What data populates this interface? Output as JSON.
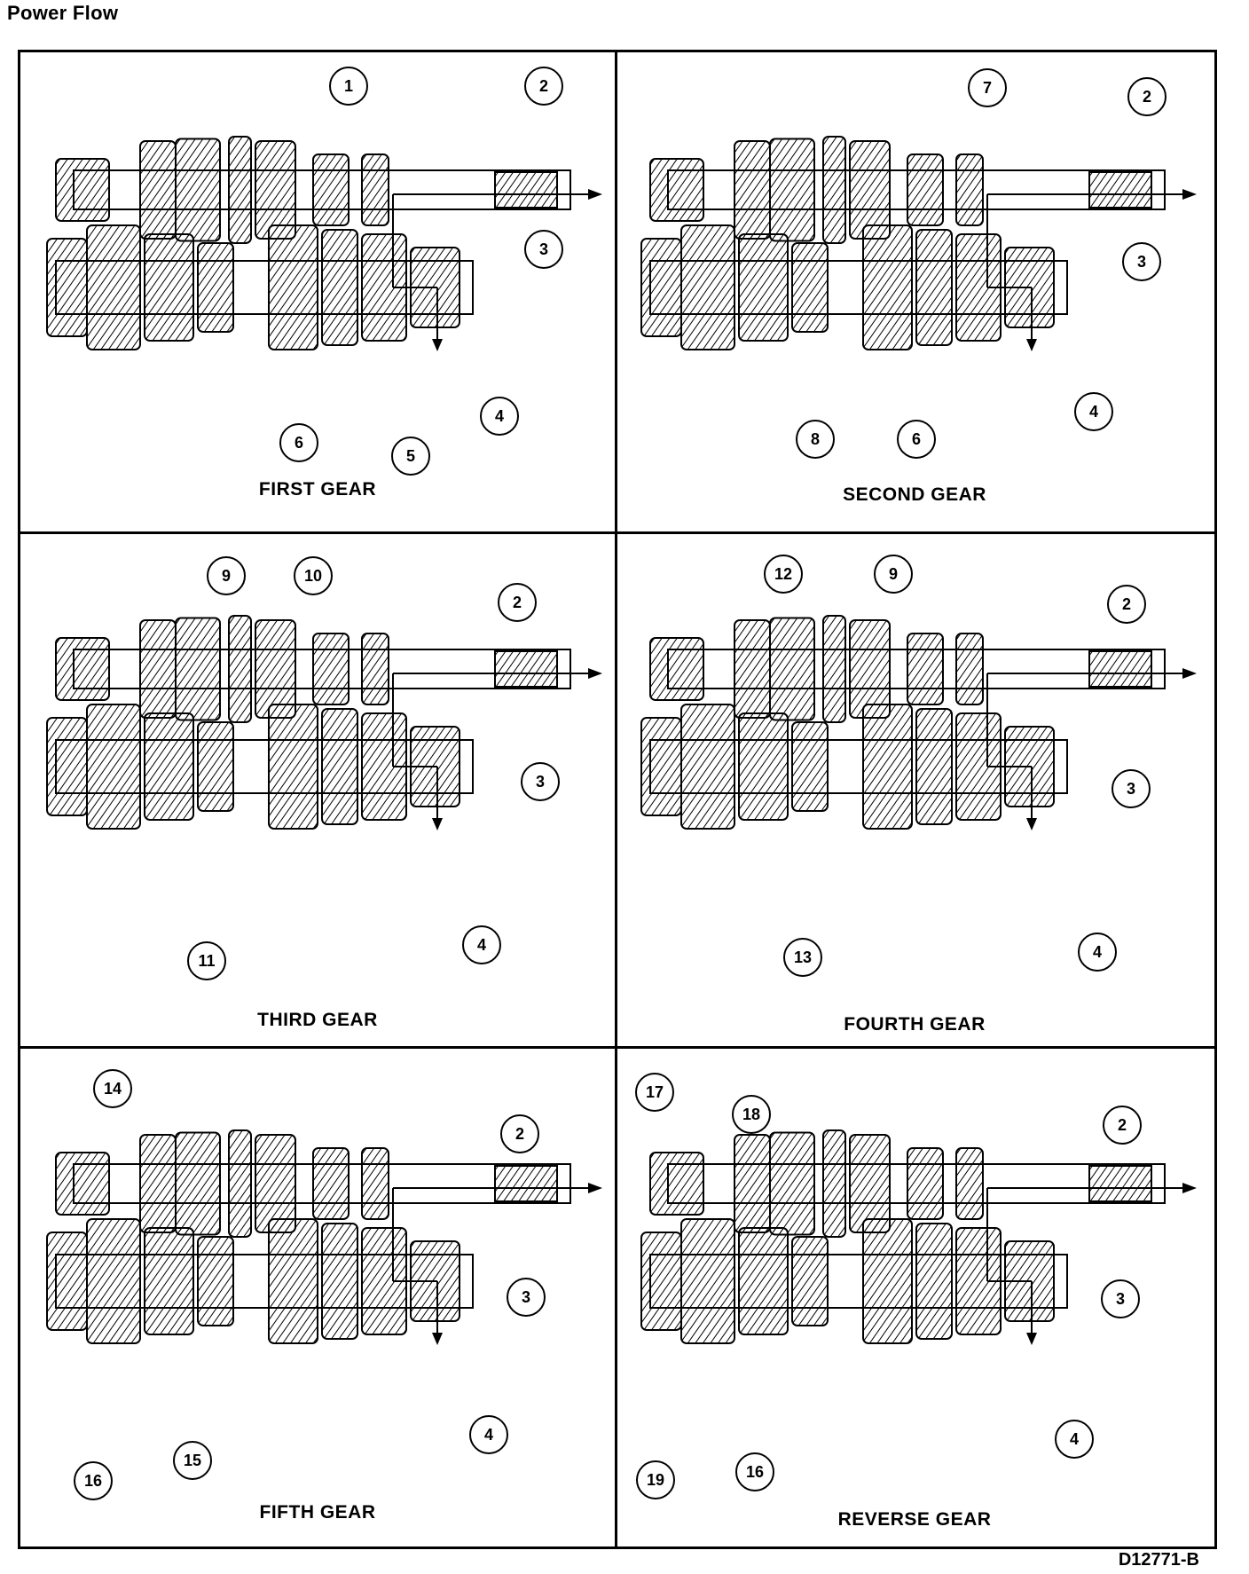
{
  "page_title": "Power Flow",
  "figure_id": "D12771-B",
  "panels": [
    {
      "caption": "FIRST GEAR",
      "callouts": [
        "1",
        "2",
        "3",
        "4",
        "5",
        "6"
      ]
    },
    {
      "caption": "SECOND GEAR",
      "callouts": [
        "7",
        "2",
        "3",
        "4",
        "6",
        "8"
      ]
    },
    {
      "caption": "THIRD GEAR",
      "callouts": [
        "9",
        "10",
        "2",
        "3",
        "4",
        "11"
      ]
    },
    {
      "caption": "FOURTH GEAR",
      "callouts": [
        "12",
        "9",
        "2",
        "3",
        "4",
        "13"
      ]
    },
    {
      "caption": "FIFTH GEAR",
      "callouts": [
        "14",
        "2",
        "3",
        "4",
        "15",
        "16"
      ]
    },
    {
      "caption": "REVERSE GEAR",
      "callouts": [
        "17",
        "18",
        "2",
        "3",
        "4",
        "16",
        "19"
      ]
    }
  ]
}
